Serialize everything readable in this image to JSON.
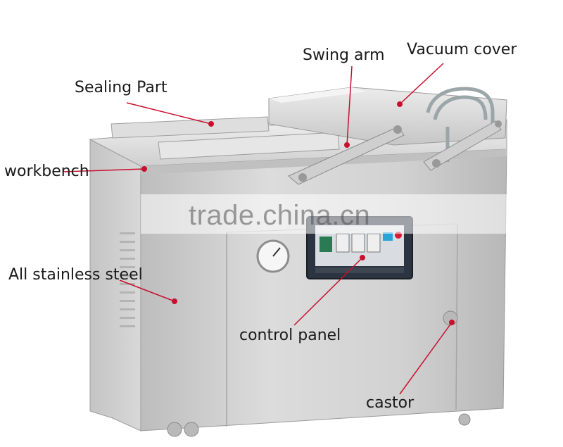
{
  "labels": {
    "swing_arm": "Swing arm",
    "vacuum_cover": "Vacuum cover",
    "sealing_part": "Sealing Part",
    "workbench": "workbench",
    "all_stainless_steel": "All stainless steel",
    "control_panel": "control panel",
    "castor": "castor"
  },
  "watermark": "trade.china.cn",
  "colors": {
    "leader_line": "#c8102e",
    "steel_light": "#e4e4e4",
    "steel_mid": "#cfcfcf",
    "steel_dark": "#a9a9a9",
    "panel_dark": "#2b3440"
  }
}
